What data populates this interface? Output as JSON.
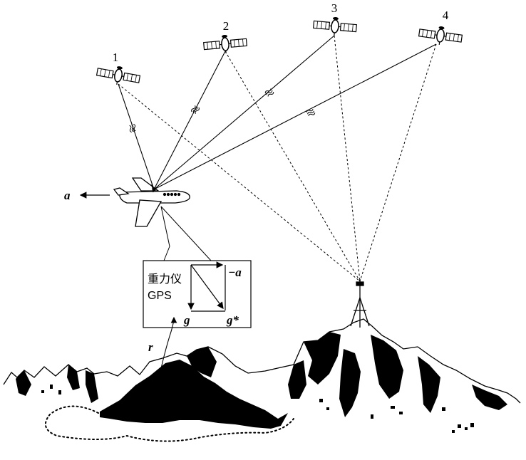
{
  "satellites": [
    {
      "label": "1"
    },
    {
      "label": "2"
    },
    {
      "label": "3"
    },
    {
      "label": "4"
    }
  ],
  "aircraft": {
    "acceleration_label": "a"
  },
  "instrument_box": {
    "gravimeter_label": "重力仪",
    "gps_label": "GPS",
    "neg_a_label": "−a",
    "g_label": "g",
    "g_star_label": "g*"
  },
  "position_label": "r",
  "colors": {
    "ink": "#000000",
    "background": "#ffffff"
  }
}
